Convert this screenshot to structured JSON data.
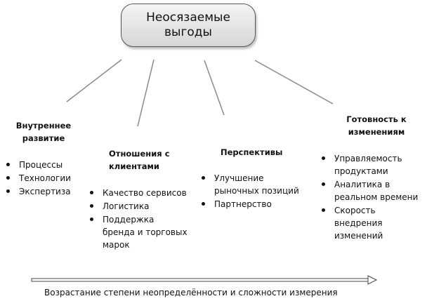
{
  "root": {
    "title": "Неосязаемые\nвыгоды"
  },
  "categories": [
    {
      "heading": "Внутреннее\nразвитие",
      "items": [
        "Процессы",
        "Технологии",
        "Экспертиза"
      ]
    },
    {
      "heading": "Отношения с\nклиентами",
      "items": [
        "Качество сервисов",
        "Логистика",
        "Поддержка\nбренда и торговых\nмарок"
      ]
    },
    {
      "heading": "Перспективы",
      "items": [
        "Улучшение\nрыночных позиций",
        "Партнерство"
      ]
    },
    {
      "heading": "Готовность к\nизменениям",
      "items": [
        "Управляемость\nпродуктами",
        "Аналитика в\nреальном времени",
        "Скорость\nвнедрения\nизменений"
      ]
    }
  ],
  "axis": {
    "label": "Возрастание степени неопределённости и сложности измерения"
  }
}
